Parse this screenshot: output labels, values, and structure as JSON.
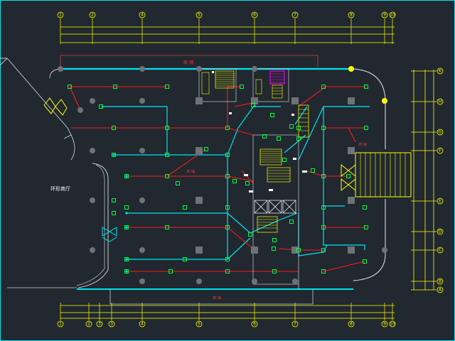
{
  "colors": {
    "background": "#212830",
    "grid_axis": "#ffff00",
    "wall": "#00e5ee",
    "pipe": "#ff1a1a",
    "sensor": "#00ff40",
    "column": "#6e7378",
    "outline": "#c8ccd0",
    "magenta": "#ff00ff",
    "white": "#ffffff"
  },
  "axes": {
    "top": [
      "1",
      "2",
      "4",
      "5",
      "6",
      "7",
      "8",
      "9",
      "10"
    ],
    "bottom": [
      "1",
      "2",
      "3",
      "3",
      "4",
      "5",
      "6",
      "7",
      "8",
      "9",
      "10"
    ],
    "right": [
      "K",
      "H",
      "G",
      "F",
      "E",
      "D",
      "C",
      "B",
      "A",
      "A"
    ]
  },
  "labels": {
    "left_area": "环形商厅",
    "top_wall_note": "商 铺",
    "bottom_note": "商 铺",
    "right_note": "商 铺",
    "center_note": "商 铺"
  }
}
